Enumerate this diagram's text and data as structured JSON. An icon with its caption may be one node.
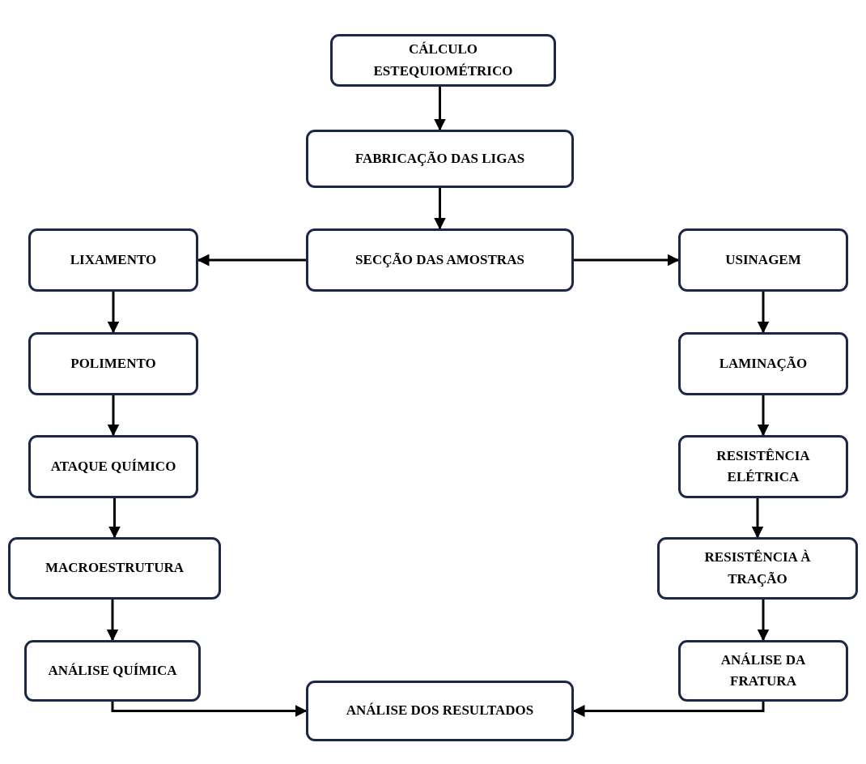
{
  "diagram": {
    "nodes": [
      {
        "text": [
          "CÁLCULO ESTEQUIOMÉTRICO"
        ]
      },
      {
        "text": [
          "FABRICAÇÃO DAS LIGAS"
        ]
      },
      {
        "text": [
          "SECÇÃO DAS AMOSTRAS"
        ]
      },
      {
        "text": [
          "LIXAMENTO"
        ]
      },
      {
        "text": [
          "POLIMENTO"
        ]
      },
      {
        "text": [
          "ATAQUE QUÍMICO"
        ]
      },
      {
        "text": [
          "MACROESTRUTURA"
        ]
      },
      {
        "text": [
          "ANÁLISE QUÍMICA"
        ]
      },
      {
        "text": [
          "USINAGEM"
        ]
      },
      {
        "text": [
          "LAMINAÇÃO"
        ]
      },
      {
        "text": [
          "RESISTÊNCIA ELÉTRICA"
        ]
      },
      {
        "text": [
          "RESISTÊNCIA À TRAÇÃO"
        ]
      },
      {
        "text": [
          "ANÁLISE DA FRATURA"
        ]
      },
      {
        "text": [
          "ANÁLISE DOS RESULTADOS"
        ]
      }
    ],
    "edges": [
      {
        "from": 0,
        "to": 1,
        "arrow": "to"
      },
      {
        "from": 1,
        "to": 2,
        "arrow": "to"
      },
      {
        "from": 2,
        "to": 3,
        "arrow": "to"
      },
      {
        "from": 2,
        "to": 8,
        "arrow": "to"
      },
      {
        "from": 3,
        "to": 4,
        "arrow": "to"
      },
      {
        "from": 4,
        "to": 5,
        "arrow": "to"
      },
      {
        "from": 5,
        "to": 6,
        "arrow": "to"
      },
      {
        "from": 6,
        "to": 7,
        "arrow": "to"
      },
      {
        "from": 8,
        "to": 9,
        "arrow": "to"
      },
      {
        "from": 9,
        "to": 10,
        "arrow": "to"
      },
      {
        "from": 10,
        "to": 11,
        "arrow": "to"
      },
      {
        "from": 11,
        "to": 12,
        "arrow": "to"
      },
      {
        "from": 7,
        "to": 13,
        "arrow": "to"
      },
      {
        "from": 12,
        "to": 13,
        "arrow": "to"
      }
    ]
  }
}
